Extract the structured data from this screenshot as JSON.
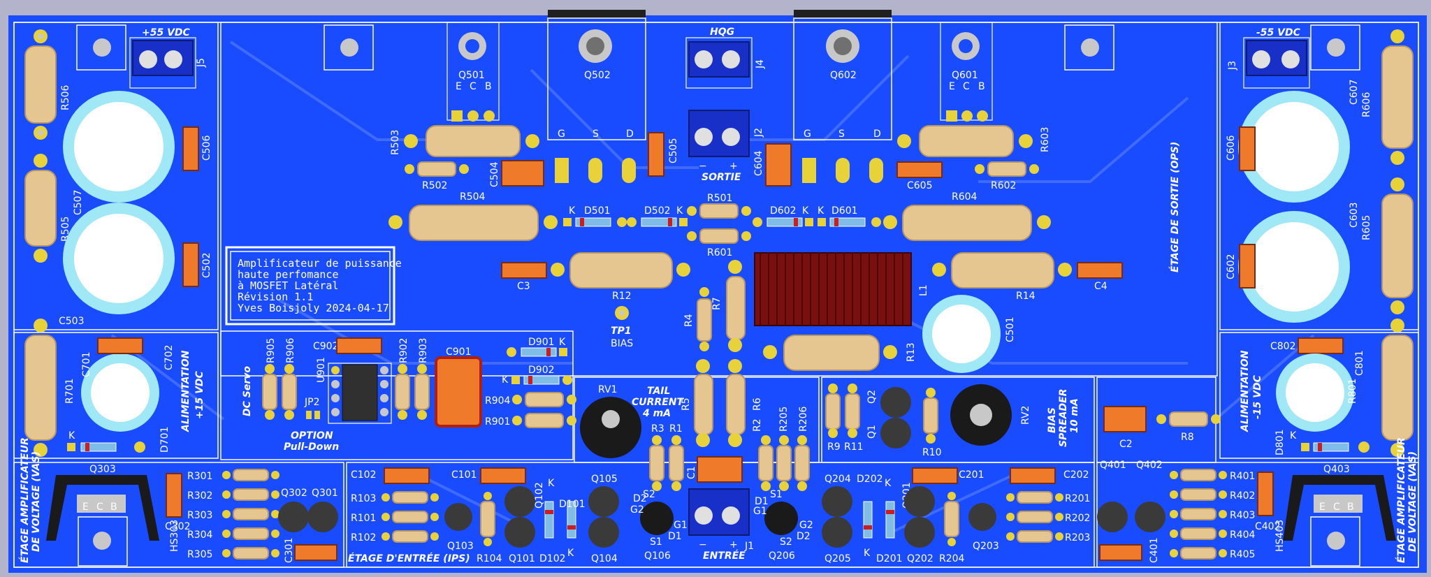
{
  "colors": {
    "background": "#b3b3cc",
    "board": "#1a4cff",
    "track": "#3f6bff",
    "silkscreen": "#ffffff",
    "pad": "#e8d23a",
    "smd": "#ee7a2a",
    "resistor_body": "#e6c690",
    "cap_ring": "#a0e8f5",
    "terminal": "#1830c8",
    "inductor": "#7a0f0f"
  },
  "title_block": {
    "line1": "Amplificateur de puissance",
    "line2": "haute perfomance",
    "line3": "à MOSFET Latéral",
    "line4": "Révision 1.1",
    "line5": "Yves Boisjoly 2024-04-17"
  },
  "section_labels": {
    "ops": "ÉTAGE DE SORTIE (OPS)",
    "ips": "ÉTAGE D'ENTRÉE (IPS)",
    "vas_left_1": "ÉTAGE AMPLIFICATEUR",
    "vas_left_2": "DE VOLTAGE (VAS)",
    "vas_right_1": "ÉTAGE AMPLIFICATEUR",
    "vas_right_2": "DE VOLTAGE (VAS)",
    "alim_pos_1": "ALIMENTATION",
    "alim_pos_2": "+15 VDC",
    "alim_neg_1": "ALIMENTATION",
    "alim_neg_2": "-15 VDC",
    "dc_servo": "DC Servo",
    "option_1": "OPTION",
    "option_2": "Pull-Down",
    "tail_1": "TAIL",
    "tail_2": "CURRENT",
    "tail_3": "4 mA",
    "bias_1": "BIAS",
    "bias_2": "SPREADER",
    "bias_3": "10 mA",
    "tp1": "TP1",
    "tp1_sub": "BIAS"
  },
  "connectors": {
    "j5": {
      "ref": "J5",
      "label": "+55 VDC"
    },
    "j3": {
      "ref": "J3",
      "label": "-55 VDC"
    },
    "j4": {
      "ref": "J4",
      "label": "HQG"
    },
    "j2": {
      "ref": "J2",
      "label": "SORTIE",
      "minus": "−",
      "plus": "+"
    },
    "j1": {
      "ref": "J1",
      "label": "ENTRÉE",
      "minus": "−",
      "plus": "+"
    }
  },
  "mosfets": {
    "q502": "Q502",
    "q602": "Q602",
    "g": "G",
    "s": "S",
    "d": "D"
  },
  "transistors_to92": {
    "q501": "Q501",
    "q601": "Q601",
    "e": "E",
    "c": "C",
    "b": "B"
  },
  "refs": {
    "R506": "R506",
    "R505": "R505",
    "C506": "C506",
    "C507": "C507",
    "C502": "C502",
    "C503": "C503",
    "R503": "R503",
    "R502": "R502",
    "C504": "C504",
    "C505": "C505",
    "R504": "R504",
    "D501": "D501",
    "D502": "D502",
    "K": "K",
    "R501": "R501",
    "R601": "R601",
    "D602": "D602",
    "D601": "D601",
    "C604": "C604",
    "R603": "R603",
    "R602": "R602",
    "C605": "C605",
    "R604": "R604",
    "C607": "C607",
    "R606": "R606",
    "C606": "C606",
    "C603": "C603",
    "R605": "R605",
    "C602": "C602",
    "C3": "C3",
    "R12": "R12",
    "R7": "R7",
    "R4": "R4",
    "L1": "L1",
    "R14": "R14",
    "C4": "C4",
    "R13": "R13",
    "C501": "C501",
    "R701": "R701",
    "C701": "C701",
    "C702": "C702",
    "D701": "D701",
    "R905": "R905",
    "R906": "R906",
    "C902": "C902",
    "U901": "U901",
    "JP2": "JP2",
    "R902": "R902",
    "R903": "R903",
    "C901": "C901",
    "D901": "D901",
    "D902": "D902",
    "R904": "R904",
    "R901": "R901",
    "RV1": "RV1",
    "R5": "R5",
    "R6": "R6",
    "R3": "R3",
    "R1": "R1",
    "C1": "C1",
    "R2": "R2",
    "R205": "R205",
    "R206": "R206",
    "R9": "R9",
    "R11": "R11",
    "Q2": "Q2",
    "Q1": "Q1",
    "R10": "R10",
    "RV2": "RV2",
    "C2": "C2",
    "R8": "R8",
    "C802": "C802",
    "C801": "C801",
    "R801": "R801",
    "D801": "D801",
    "Q303": "Q303",
    "HS303": "HS303",
    "R301": "R301",
    "R302": "R302",
    "R303": "R303",
    "R304": "R304",
    "R305": "R305",
    "C302": "C302",
    "C301": "C301",
    "Q302": "Q302",
    "Q301": "Q301",
    "C102": "C102",
    "C101": "C101",
    "R103": "R103",
    "R101": "R101",
    "R102": "R102",
    "Q103": "Q103",
    "R104": "R104",
    "Q101": "Q101",
    "Q102": "Q102",
    "D101": "D101",
    "D102": "D102",
    "Q105": "Q105",
    "Q104": "Q104",
    "Q106": "Q106",
    "Q206": "Q206",
    "Q204": "Q204",
    "Q205": "Q205",
    "D202": "D202",
    "D201": "D201",
    "Q201": "Q201",
    "Q202": "Q202",
    "C201": "C201",
    "R204": "R204",
    "Q203": "Q203",
    "C202": "C202",
    "R201": "R201",
    "R202": "R202",
    "R203": "R203",
    "Q401": "Q401",
    "Q402": "Q402",
    "C401": "C401",
    "R401": "R401",
    "R402": "R402",
    "R403": "R403",
    "R404": "R404",
    "R405": "R405",
    "HS403": "HS403",
    "C402": "C402",
    "Q403": "Q403",
    "D2": "D2",
    "G2": "G2",
    "S2": "S2",
    "G1": "G1",
    "S1": "S1",
    "D1": "D1"
  }
}
